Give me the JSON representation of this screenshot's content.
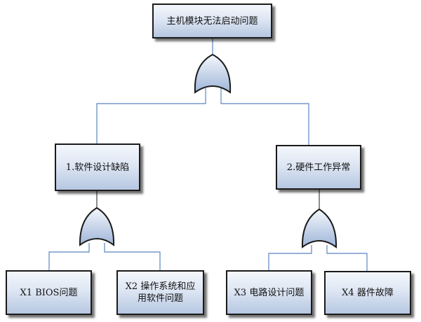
{
  "diagram": {
    "top_event": {
      "label": "主机模块无法启动问题"
    },
    "intermediate_events": [
      {
        "label": "1.软件设计缺陷"
      },
      {
        "label": "2.硬件工作异常"
      }
    ],
    "basic_events": [
      {
        "label": "X1 BIOS问题"
      },
      {
        "label": "X2 操作系统和应用软件问题"
      },
      {
        "label": "X3 电路设计问题"
      },
      {
        "label": "X4 器件故障"
      }
    ],
    "gates": [
      {
        "type": "or",
        "icon": "or-gate-icon"
      },
      {
        "type": "or",
        "icon": "or-gate-icon"
      },
      {
        "type": "or",
        "icon": "or-gate-icon"
      }
    ],
    "colors": {
      "connector": "#5b85c0",
      "border": "#1a1a1a",
      "gate_fill_top": "#f4f7fc",
      "gate_fill_bottom": "#9eb5d8"
    }
  }
}
